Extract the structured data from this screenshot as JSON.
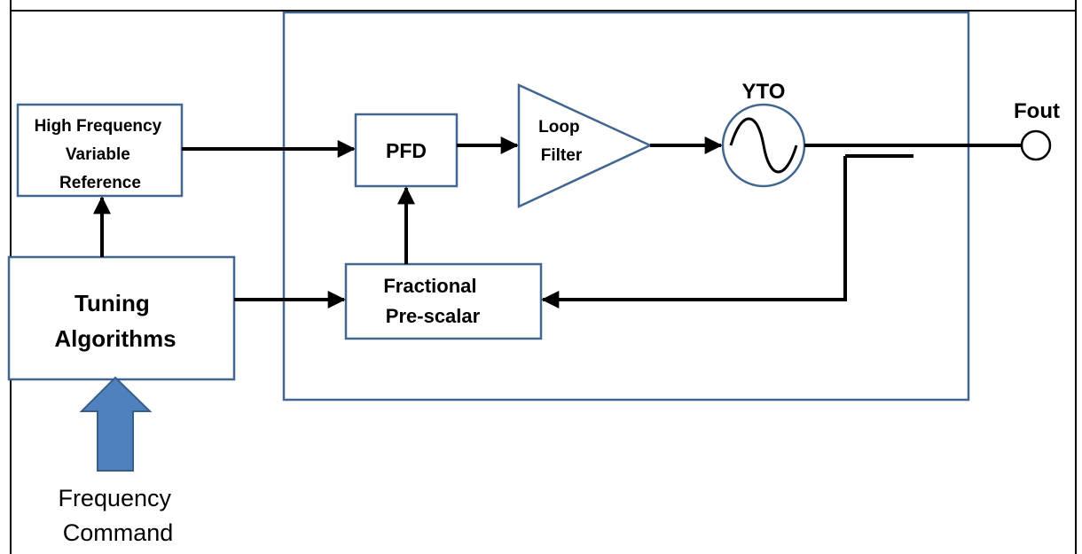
{
  "colors": {
    "block_border": "#41668f",
    "wire": "#000000",
    "input_arrow_fill": "#4f81bd",
    "input_arrow_border": "#385d8a"
  },
  "blocks": {
    "hf_reference": [
      "High Frequency",
      "Variable",
      "Reference"
    ],
    "pfd": "PFD",
    "loop_filter": [
      "Loop",
      "Filter"
    ],
    "yto": "YTO",
    "fractional_prescalar": [
      "Fractional",
      "Pre-scalar"
    ],
    "tuning_algorithms": [
      "Tuning",
      "Algorithms"
    ]
  },
  "labels": {
    "output": "Fout",
    "input": [
      "Frequency",
      "Command"
    ]
  },
  "icons": {
    "oscillator": "sine-wave-icon",
    "output_port": "circle-terminal-icon",
    "input_arrow": "up-block-arrow-icon"
  }
}
